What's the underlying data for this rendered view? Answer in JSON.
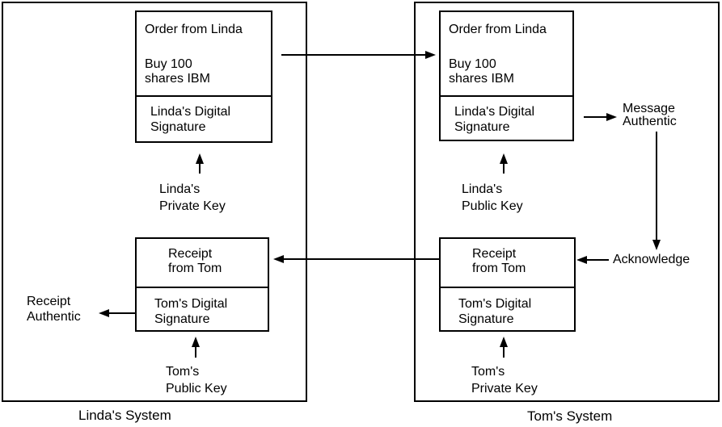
{
  "colors": {
    "line": "#000000",
    "background": "#ffffff",
    "text": "#000000"
  },
  "linda_system": {
    "label": "Linda's System",
    "order_box": {
      "title": "Order from Linda",
      "body_line1": "Buy 100",
      "body_line2": "shares IBM",
      "sig_line1": "Linda's Digital",
      "sig_line2": "Signature"
    },
    "private_key_line1": "Linda's",
    "private_key_line2": "Private Key",
    "receipt_box": {
      "title_line1": "Receipt",
      "title_line2": "from Tom",
      "sig_line1": "Tom's Digital",
      "sig_line2": "Signature"
    },
    "public_key_line1": "Tom's",
    "public_key_line2": "Public Key",
    "receipt_status_line1": "Receipt",
    "receipt_status_line2": "Authentic"
  },
  "tom_system": {
    "label": "Tom's System",
    "order_box": {
      "title": "Order from Linda",
      "body_line1": "Buy 100",
      "body_line2": "shares IBM",
      "sig_line1": "Linda's Digital",
      "sig_line2": "Signature"
    },
    "public_key_line1": "Linda's",
    "public_key_line2": "Public Key",
    "receipt_box": {
      "title_line1": "Receipt",
      "title_line2": "from Tom",
      "sig_line1": "Tom's Digital",
      "sig_line2": "Signature"
    },
    "private_key_line1": "Tom's",
    "private_key_line2": "Private Key",
    "message_status_line1": "Message",
    "message_status_line2": "Authentic",
    "acknowledge_label": "Acknowledge"
  }
}
